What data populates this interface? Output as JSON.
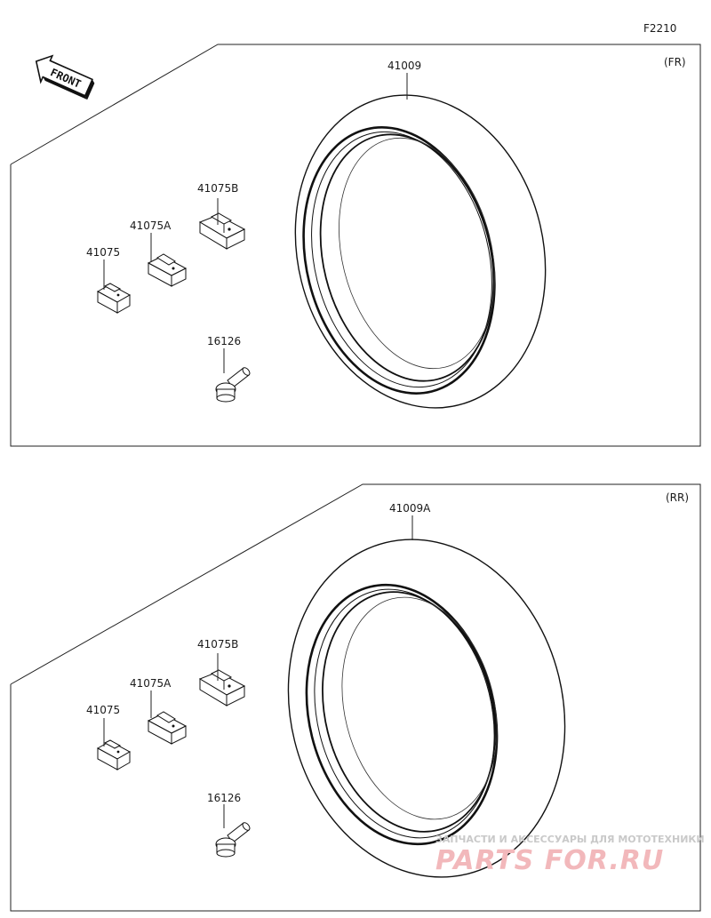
{
  "figure_code": "F2210",
  "front_arrow_label": "FRONT",
  "panels": [
    {
      "id": "front",
      "position_label": "(FR)",
      "parts": {
        "tire": "41009",
        "weight_b": "41075B",
        "weight_a": "41075A",
        "weight": "41075",
        "valve": "16126"
      }
    },
    {
      "id": "rear",
      "position_label": "(RR)",
      "parts": {
        "tire": "41009A",
        "weight_b": "41075B",
        "weight_a": "41075A",
        "weight": "41075",
        "valve": "16126"
      }
    }
  ],
  "watermark": {
    "tagline": "ЗАПЧАСТИ И АКСЕССУАРЫ ДЛЯ МОТОТЕХНИКИ",
    "brand": "PARTS FOR.RU",
    "color": "#e8434f"
  }
}
